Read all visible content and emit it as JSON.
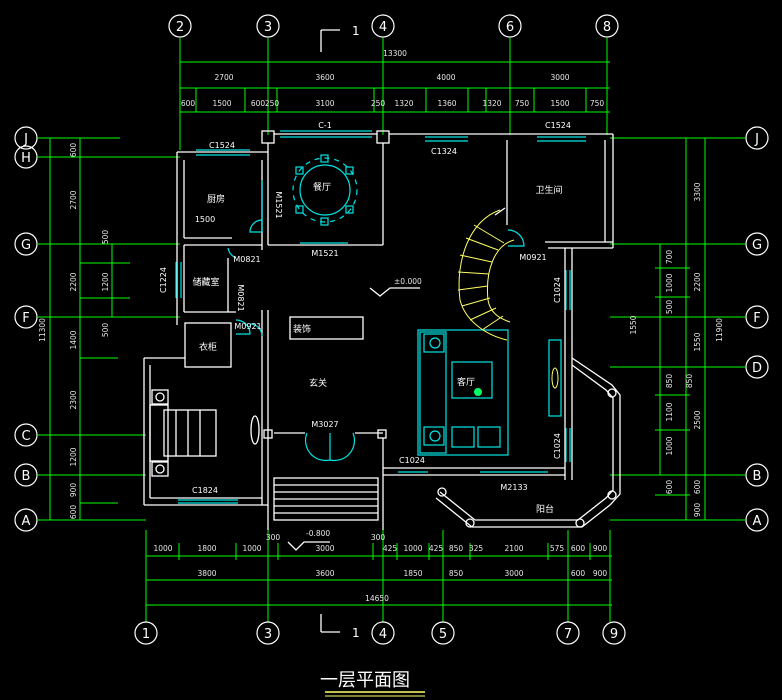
{
  "title": "一层平面图",
  "axes_top": [
    "2",
    "3",
    "4",
    "6",
    "8"
  ],
  "axes_bottom": [
    "1",
    "3",
    "4",
    "5",
    "7",
    "9"
  ],
  "axes_left": [
    "J",
    "H",
    "G",
    "F",
    "C",
    "B",
    "A"
  ],
  "axes_right": [
    "J",
    "G",
    "F",
    "D",
    "B",
    "A"
  ],
  "section_mark": "1",
  "dims_top": {
    "total": "13300",
    "row1": [
      "2700",
      "3600",
      "4000",
      "3000"
    ],
    "row2": [
      "600",
      "1500",
      "600",
      "250",
      "3100",
      "250",
      "1320",
      "1360",
      "1320",
      "750",
      "1500",
      "750"
    ]
  },
  "dims_bottom": {
    "row1": [
      "1000",
      "1800",
      "1000",
      "300",
      "3000",
      "300",
      "425",
      "1000",
      "425",
      "850",
      "325",
      "2100",
      "575",
      "600",
      "900"
    ],
    "row2": [
      "3800",
      "3600",
      "1850",
      "850",
      "3000",
      "600",
      "900"
    ],
    "total": "14650"
  },
  "dims_left": {
    "total": "11300",
    "outer": [
      "600",
      "2700",
      "2200",
      "1400",
      "2300",
      "1200",
      "900",
      "600"
    ],
    "inner": [
      "500",
      "1200",
      "500"
    ]
  },
  "dims_right": {
    "total": "11900",
    "outer": [
      "3300",
      "2200",
      "1550",
      "2500",
      "600",
      "900"
    ],
    "inner": [
      "700",
      "1000",
      "500",
      "1550",
      "850",
      "1100",
      "1000",
      "600",
      "850"
    ]
  },
  "rooms": {
    "dining": "餐厅",
    "kitchen": "厨房",
    "storage": "储藏室",
    "closet": "衣柜",
    "foyer": "玄关",
    "decor": "装饰",
    "living": "客厅",
    "bathroom": "卫生间",
    "balcony": "阳台"
  },
  "labels": {
    "c1": "C-1",
    "c1524a": "C1524",
    "c1324": "C1324",
    "c1524b": "C1524",
    "m1521v": "M1521",
    "m1521": "M1521",
    "w1500": "1500",
    "m0821a": "M0821",
    "m0821b": "M0821",
    "c1224": "C1224",
    "m0921a": "M0921",
    "m0921b": "M0921",
    "c1024a": "C1024",
    "c1024b": "C1024",
    "c1024c": "C1024",
    "m3027": "M3027",
    "m2133": "M2133",
    "c1824": "C1824",
    "level0": "±0.000",
    "level1": "-0.800"
  }
}
